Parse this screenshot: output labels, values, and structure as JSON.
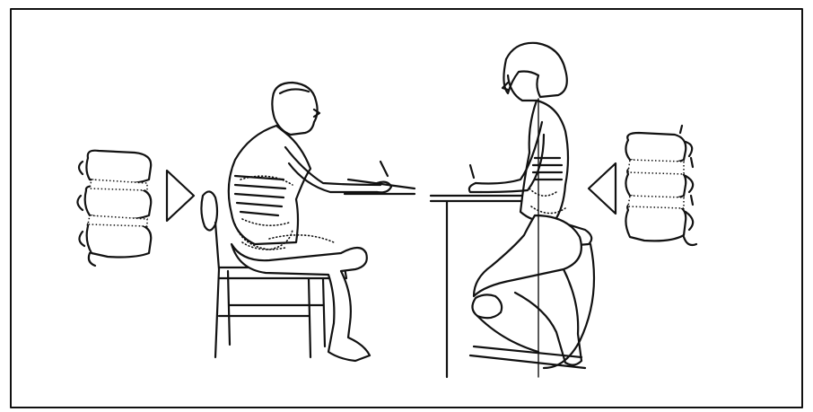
{
  "figure": {
    "ink_color": "#111111",
    "background_color": "#ffffff",
    "panels": [
      {
        "name": "left",
        "subject": "man-on-conventional-chair",
        "spine": "compressed-discs"
      },
      {
        "name": "right",
        "subject": "woman-on-kneeling-chair",
        "spine": "relaxed-discs"
      }
    ]
  }
}
